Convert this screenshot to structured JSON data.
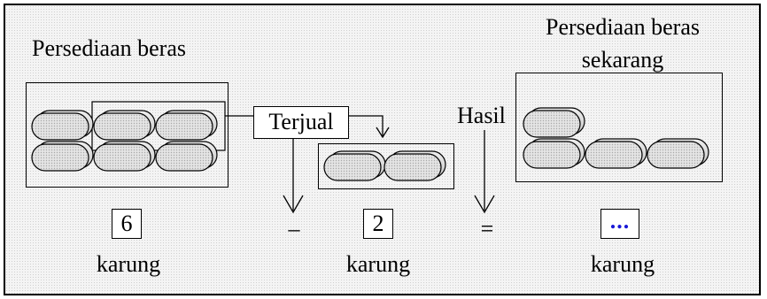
{
  "initial": {
    "title": "Persediaan beras",
    "quantity": "6",
    "unit": "karung",
    "sacks": 6
  },
  "sold": {
    "label": "Terjual",
    "quantity": "2",
    "unit": "karung",
    "sacks": 2
  },
  "result": {
    "label": "Hasil",
    "title_line1": "Persediaan beras",
    "title_line2": "sekarang",
    "placeholder": "...",
    "unit": "karung",
    "sacks": 4
  },
  "operators": {
    "minus": "–",
    "equals": "="
  }
}
